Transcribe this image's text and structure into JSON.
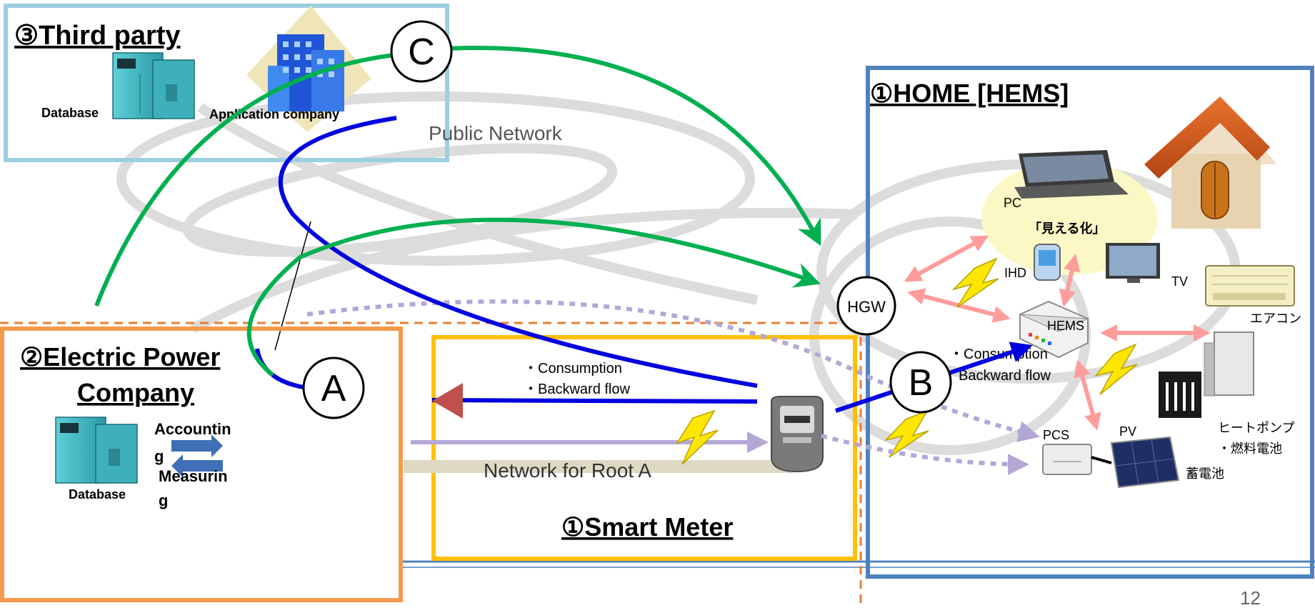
{
  "third_party": {
    "title": "③Third party",
    "database_label": "Database",
    "application_label": "Application company"
  },
  "network": {
    "public_label": "Public Network",
    "root_a_label": "Network for Root A"
  },
  "power_company": {
    "title_line1": "②Electric Power",
    "title_line2": "Company",
    "database_label": "Database",
    "accounting_line1": "Accountin",
    "accounting_line2": "g",
    "measuring_line1": "Measurin",
    "measuring_line2": "g"
  },
  "smart_meter": {
    "title": "①Smart Meter",
    "flow_line1": "・Consumption",
    "flow_line2": "・Backward flow"
  },
  "home": {
    "title": "①HOME [HEMS]",
    "pc_label": "PC",
    "mieruka_label": "「見える化」",
    "ihd_label": "IHD",
    "tv_label": "TV",
    "aircon_label": "エアコン",
    "hems_label": "HEMS",
    "flow_line1": "・Consumption",
    "flow_line2": "Backward flow",
    "pcs_label": "PCS",
    "pv_label": "PV",
    "heatpump_line1": "ヒートポンプ",
    "heatpump_line2": "・燃料電池",
    "battery_label": "蓄電池",
    "hgw_label": "HGW"
  },
  "routes": {
    "a": "A",
    "b": "B",
    "c": "C"
  },
  "page_number": "12",
  "colors": {
    "third_party_border": "#9ccfe0",
    "power_border": "#f59a4b",
    "meter_border": "#ffc000",
    "home_border": "#4f81bd",
    "route_blue": "#0000e0",
    "route_green": "#00b050",
    "network_gray": "#d9d9d9",
    "lavender": "#b4a7d6",
    "pink": "#ff9c9c",
    "divider_orange": "#ed7d31"
  }
}
